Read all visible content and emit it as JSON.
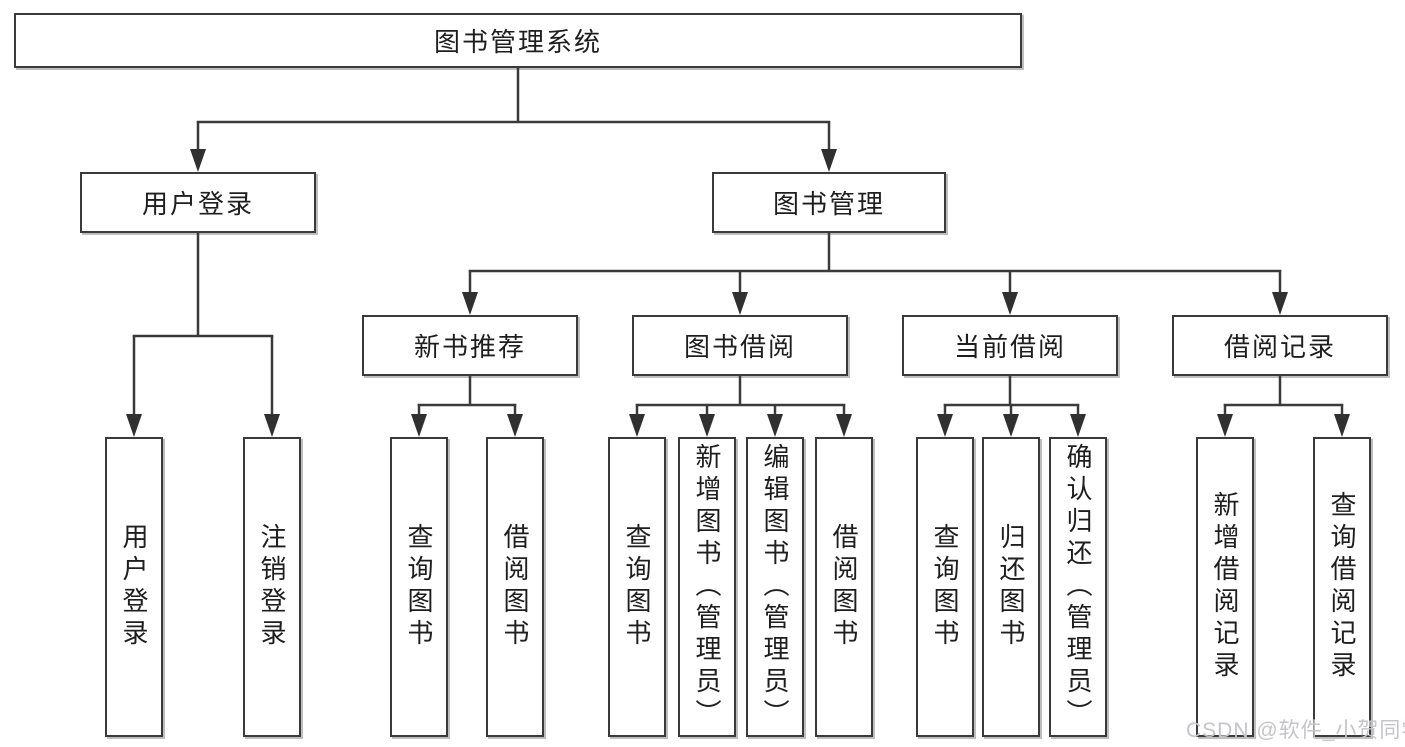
{
  "diagram": {
    "root": {
      "label": "图书管理系统"
    },
    "branches": [
      {
        "label": "用户登录",
        "children": [
          "用户登录",
          "注销登录"
        ]
      },
      {
        "label": "图书管理",
        "groups": [
          {
            "label": "新书推荐",
            "children": [
              "查询图书",
              "借阅图书"
            ]
          },
          {
            "label": "图书借阅",
            "children": [
              "查询图书",
              "新增图书（管理员）",
              "编辑图书（管理员）",
              "借阅图书"
            ]
          },
          {
            "label": "当前借阅",
            "children": [
              "查询图书",
              "归还图书",
              "确认归还（管理员）"
            ]
          },
          {
            "label": "借阅记录",
            "children": [
              "新增借阅记录",
              "查询借阅记录"
            ]
          }
        ]
      }
    ]
  },
  "watermark": {
    "text": "CSDN @软件_小贺同学"
  },
  "colors": {
    "line": "#3a3a3a",
    "box_border": "#3a3a3a",
    "text": "#1e1e1e",
    "watermark": "#c5c5c9",
    "background": "#ffffff"
  }
}
